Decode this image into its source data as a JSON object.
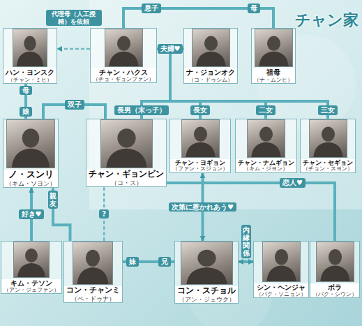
{
  "diagram": {
    "title": "チャン家",
    "nodes": [
      {
        "text": [
          "ハン・ヨンスク",
          "（チャン・ミヒ）"
        ]
      },
      {
        "text": [
          "チャン・ハクス",
          "（チョ・ギョンファン）"
        ]
      },
      {
        "text": [
          "ナ・ジョンオク",
          "（コ・ドゥシム）"
        ]
      },
      {
        "text": [
          "祖母",
          "（ナ・ムンヒ）"
        ]
      },
      {
        "text": [
          "ノ・スンリ",
          "（キム・ソヨン）"
        ]
      },
      {
        "text": [
          "チャン・ギョンビン",
          "（コ・ス）"
        ]
      },
      {
        "text": [
          "チャン・ヨギョン",
          "（ファン・スジョン）"
        ]
      },
      {
        "text": [
          "チャン・ナムギョン",
          "（キム・ジヨン）"
        ]
      },
      {
        "text": [
          "チャン・セギョン",
          "（チョン・スヨン）"
        ]
      },
      {
        "text": [
          "キム・テソン",
          "（アン・ジェファン）"
        ]
      },
      {
        "text": [
          "コン・チャンミ",
          "（ペ・ドゥナ）"
        ]
      },
      {
        "text": [
          "コン・スチョル",
          "（アン・ジェウク）"
        ]
      },
      {
        "text": [
          "シン・ヘンジャ",
          "（パク・ソニョン）"
        ]
      },
      {
        "text": [
          "ボラ",
          "（パク・シウン）"
        ]
      }
    ],
    "edges": [
      {
        "from": 1,
        "to": 3,
        "label": "息子",
        "arrow": "none"
      },
      {
        "from": 1,
        "to": 2,
        "label": "夫婦♥",
        "arrow": "none"
      },
      {
        "from": 1,
        "to": 0,
        "label": "代理母（人工授精）を依頼",
        "arrow": "to"
      },
      {
        "from": 0,
        "to": 4,
        "label": "母",
        "arrow": "none"
      },
      {
        "from": 4,
        "to": 5,
        "label": "双子",
        "arrow": "none"
      },
      {
        "from": 1,
        "to": 5,
        "label": "長男（末っ子）",
        "arrow": "none"
      },
      {
        "from": 1,
        "to": 6,
        "label": "長女",
        "arrow": "none"
      },
      {
        "from": 1,
        "to": 7,
        "label": "二女",
        "arrow": "none"
      },
      {
        "from": 1,
        "to": 8,
        "label": "三女",
        "arrow": "none"
      },
      {
        "from": 5,
        "to": 13,
        "label": "恋人♥",
        "arrow": "none"
      },
      {
        "from": 4,
        "to": 10,
        "label": "親友",
        "arrow": "none"
      },
      {
        "from": 9,
        "to": 4,
        "label": "好き♥",
        "arrow": "to"
      },
      {
        "from": 5,
        "to": 10,
        "label": "?",
        "arrow": "none"
      },
      {
        "from": 6,
        "to": 11,
        "label": "次第に惹かれあう♥",
        "arrow": "both"
      },
      {
        "from": 10,
        "to": 11,
        "label": "妹",
        "arrow": "none"
      },
      {
        "from": 11,
        "to": 12,
        "label": "内縁関係",
        "arrow": "both"
      }
    ],
    "labels": [
      "母",
      "娘",
      "兄"
    ]
  }
}
